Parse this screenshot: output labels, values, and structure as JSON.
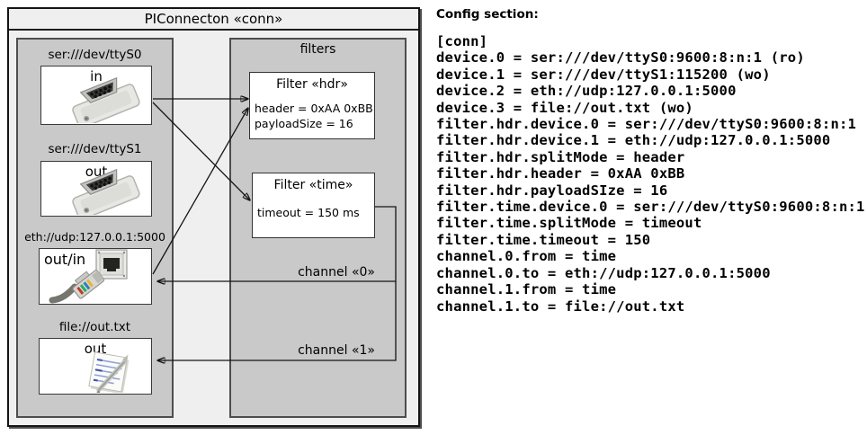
{
  "diagram": {
    "title": "PIConnecton «conn»",
    "devices_panel": {
      "devices": [
        {
          "label": "ser:///dev/ttyS0",
          "direction": "in",
          "icon": "serial-connector"
        },
        {
          "label": "ser:///dev/ttyS1",
          "direction": "out",
          "icon": "serial-connector"
        },
        {
          "label": "eth://udp:127.0.0.1:5000",
          "direction": "out/in",
          "icon": "ethernet-connector"
        },
        {
          "label": "file://out.txt",
          "direction": "out",
          "icon": "notepad"
        }
      ]
    },
    "filters_panel": {
      "title": "filters",
      "filters": [
        {
          "title": "Filter «hdr»",
          "lines": [
            "header = 0xAA 0xBB",
            "payloadSize = 16"
          ]
        },
        {
          "title": "Filter «time»",
          "lines": [
            "timeout = 150 ms"
          ]
        }
      ],
      "channels": [
        {
          "label": "channel «0»"
        },
        {
          "label": "channel «1»"
        }
      ]
    },
    "connections": [
      {
        "from": "ser:///dev/ttyS0",
        "to": "Filter «hdr»"
      },
      {
        "from": "ser:///dev/ttyS0",
        "to": "Filter «time»"
      },
      {
        "from": "eth://udp:127.0.0.1:5000",
        "to": "Filter «hdr»"
      },
      {
        "from": "Filter «time»",
        "to": "eth://udp:127.0.0.1:5000",
        "label": "channel «0»"
      },
      {
        "from": "Filter «time»",
        "to": "file://out.txt",
        "label": "channel «1»"
      }
    ]
  },
  "config": {
    "heading": "Config section:",
    "lines": [
      "[conn]",
      "device.0 = ser:///dev/ttyS0:9600:8:n:1 (ro)",
      "device.1 = ser:///dev/ttyS1:115200 (wo)",
      "device.2 = eth://udp:127.0.0.1:5000",
      "device.3 = file://out.txt (wo)",
      "filter.hdr.device.0 = ser:///dev/ttyS0:9600:8:n:1",
      "filter.hdr.device.1 = eth://udp:127.0.0.1:5000",
      "filter.hdr.splitMode = header",
      "filter.hdr.header = 0xAA 0xBB",
      "filter.hdr.payloadSIze = 16",
      "filter.time.device.0 = ser:///dev/ttyS0:9600:8:n:1",
      "filter.time.splitMode = timeout",
      "filter.time.timeout = 150",
      "channel.0.from = time",
      "channel.0.to = eth://udp:127.0.0.1:5000",
      "channel.1.from = time",
      "channel.1.to = file://out.txt"
    ]
  },
  "colors": {
    "outer_fill": "#efefef",
    "panel_fill": "#c9c9c9",
    "box_fill": "#ffffff",
    "line_color": "#141414"
  }
}
